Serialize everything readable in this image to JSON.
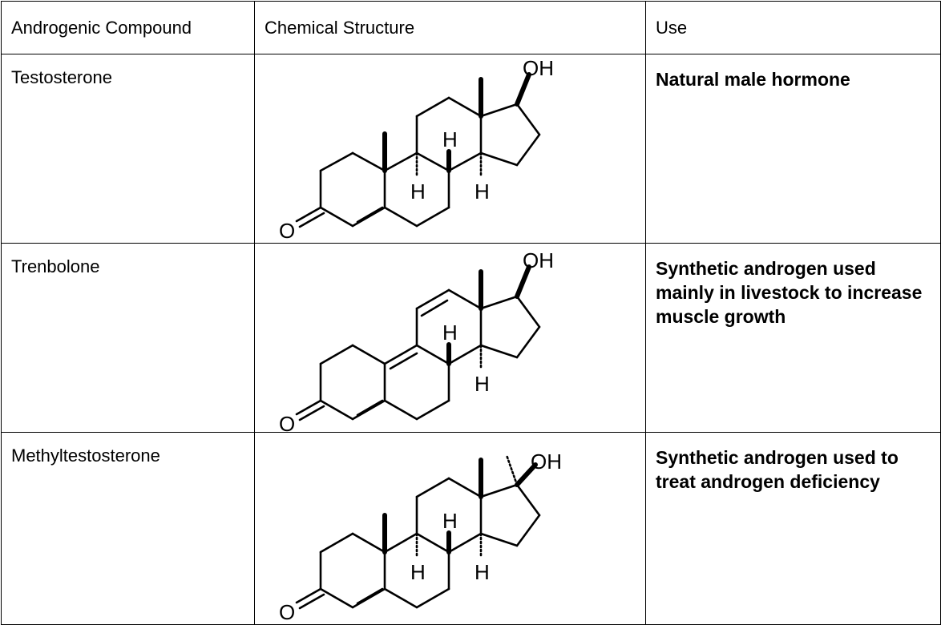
{
  "table": {
    "headers": [
      "Androgenic Compound",
      "Chemical Structure",
      "Use"
    ],
    "rows": [
      {
        "compound": "Testosterone",
        "use": "Natural male hormone",
        "structure": {
          "hydroxyl_label": "OH",
          "oxygen_label": "O",
          "hydrogen_label": "H"
        }
      },
      {
        "compound": "Trenbolone",
        "use": "Synthetic androgen used mainly in livestock to increase muscle growth",
        "structure": {
          "hydroxyl_label": "OH",
          "oxygen_label": "O",
          "hydrogen_label": "H"
        }
      },
      {
        "compound": "Methyltestosterone",
        "use": "Synthetic androgen used to treat androgen deficiency",
        "structure": {
          "hydroxyl_label": "OH",
          "oxygen_label": "O",
          "hydrogen_label": "H"
        }
      }
    ]
  }
}
